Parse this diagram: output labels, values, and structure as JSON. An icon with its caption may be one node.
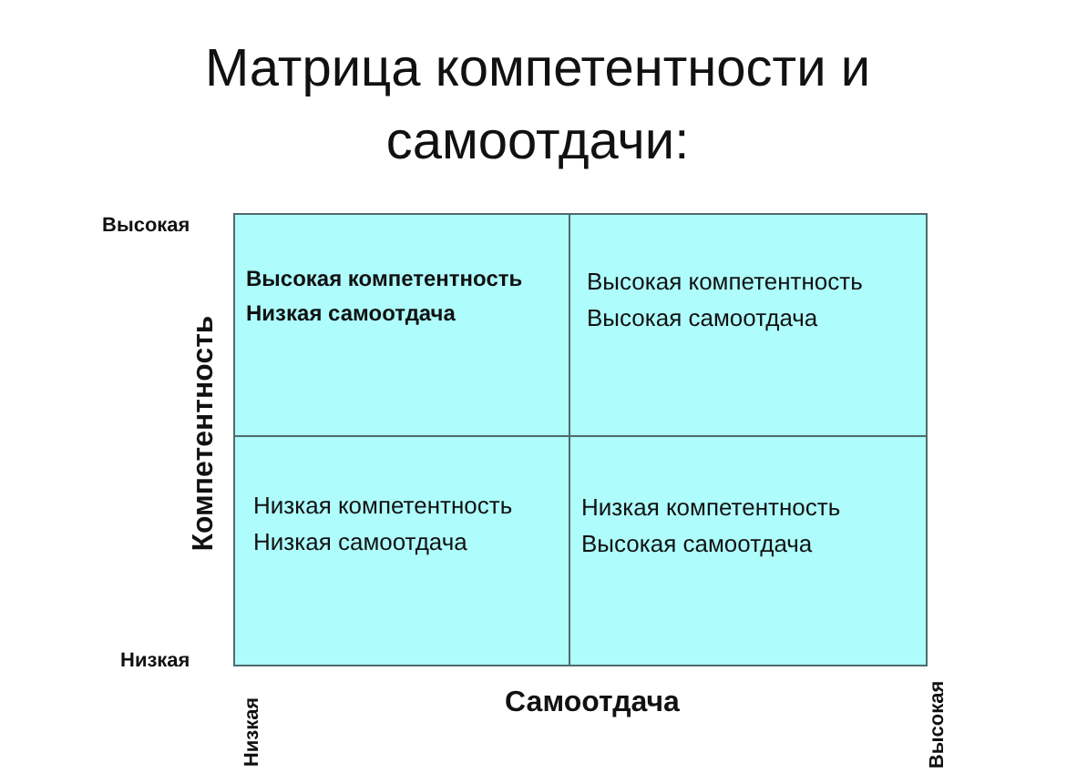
{
  "diagram": {
    "title": "Матрица компетентности и самоотдачи:",
    "nodes": [
      {
        "text": [
          "Высокая компетентность",
          "Низкая самоотдача"
        ]
      },
      {
        "text": [
          "Высокая компетентность",
          "Высокая самоотдача"
        ]
      },
      {
        "text": [
          "Низкая компетентность",
          "Низкая самоотдача"
        ]
      },
      {
        "text": [
          "Низкая компетентность",
          "Высокая самоотдача"
        ]
      }
    ],
    "labels": [
      "Высокая",
      "Компетентность",
      "Низкая",
      "Низкая",
      "Самоотдача",
      "Высокая"
    ]
  }
}
